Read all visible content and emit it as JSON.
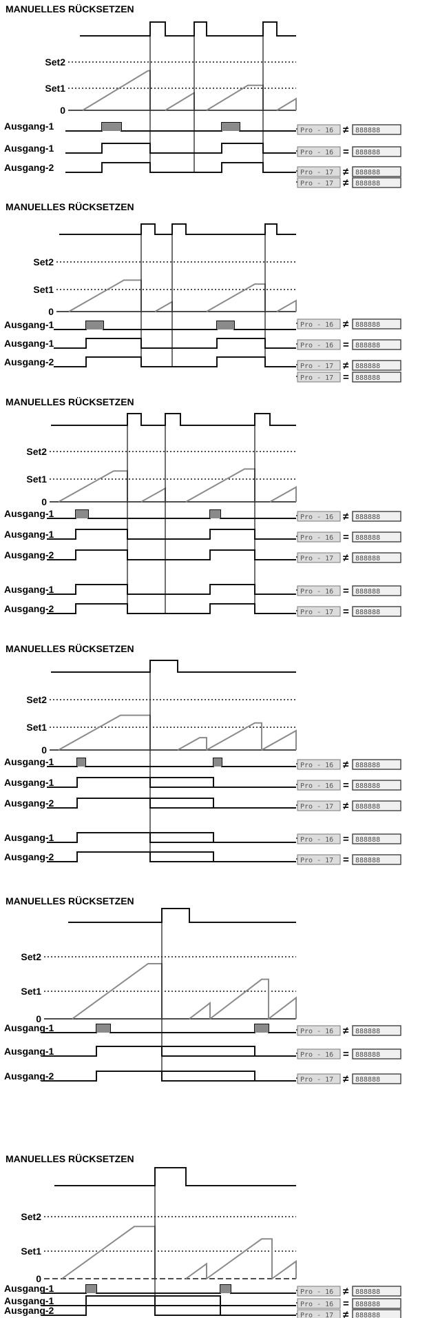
{
  "colors": {
    "line": "#111111",
    "pulse": "#8a8a8a",
    "display_bg": "#dcdcdc",
    "display_dark": "#4a4a4a"
  },
  "sections": [
    {
      "title": "MANUELLES RÜCKSETZEN",
      "levels": [
        "Set2",
        "Set1",
        "0"
      ],
      "signals": [
        "Ausgang-1",
        "Ausgang-1",
        "Ausgang-2"
      ],
      "displays": [
        {
          "left": "Pro - 16",
          "rel": "≠",
          "right": "888888"
        },
        {
          "left": "Pro - 16",
          "rel": "=",
          "right": "888888"
        },
        {
          "left": "Pro - 17",
          "rel": "≠",
          "right": "888888"
        },
        {
          "left": "Pro - 17",
          "rel": "≠",
          "right": "888888"
        }
      ]
    },
    {
      "title": "MANUELLES RÜCKSETZEN",
      "levels": [
        "Set2",
        "Set1",
        "0"
      ],
      "signals": [
        "Ausgang-1",
        "Ausgang-1",
        "Ausgang-2"
      ],
      "displays": [
        {
          "left": "Pro - 16",
          "rel": "≠",
          "right": "888888"
        },
        {
          "left": "Pro - 16",
          "rel": "=",
          "right": "888888"
        },
        {
          "left": "Pro - 17",
          "rel": "≠",
          "right": "888888"
        },
        {
          "left": "Pro - 17",
          "rel": "=",
          "right": "888888"
        }
      ]
    },
    {
      "title": "MANUELLES RÜCKSETZEN",
      "levels": [
        "Set2",
        "Set1",
        "0"
      ],
      "signals": [
        "Ausgang-1",
        "Ausgang-1",
        "Ausgang-2",
        "Ausgang-1",
        "Ausgang-2"
      ],
      "displays": [
        {
          "left": "Pro - 16",
          "rel": "≠",
          "right": "888888"
        },
        {
          "left": "Pro - 16",
          "rel": "=",
          "right": "888888"
        },
        {
          "left": "Pro - 17",
          "rel": "≠",
          "right": "888888"
        },
        {
          "left": "Pro - 16",
          "rel": "=",
          "right": "888888"
        },
        {
          "left": "Pro - 17",
          "rel": "=",
          "right": "888888"
        }
      ]
    },
    {
      "title": "MANUELLES RÜCKSETZEN",
      "levels": [
        "Set2",
        "Set1",
        "0"
      ],
      "signals": [
        "Ausgang-1",
        "Ausgang-1",
        "Ausgang-2",
        "Ausgang-1",
        "Ausgang-2"
      ],
      "displays": [
        {
          "left": "Pro - 16",
          "rel": "≠",
          "right": "888888"
        },
        {
          "left": "Pro - 16",
          "rel": "=",
          "right": "888888"
        },
        {
          "left": "Pro - 17",
          "rel": "≠",
          "right": "888888"
        },
        {
          "left": "Pro - 16",
          "rel": "=",
          "right": "888888"
        },
        {
          "left": "Pro - 17",
          "rel": "=",
          "right": "888888"
        }
      ]
    },
    {
      "title": "MANUELLES RÜCKSETZEN",
      "levels": [
        "Set2",
        "Set1",
        "0"
      ],
      "signals": [
        "Ausgang-1",
        "Ausgang-1",
        "Ausgang-2"
      ],
      "displays": [
        {
          "left": "Pro - 16",
          "rel": "≠",
          "right": "888888"
        },
        {
          "left": "Pro - 16",
          "rel": "=",
          "right": "888888"
        },
        {
          "left": "Pro - 17",
          "rel": "≠",
          "right": "888888"
        }
      ]
    },
    {
      "title": "MANUELLES RÜCKSETZEN",
      "levels": [
        "Set2",
        "Set1",
        "0"
      ],
      "signals": [
        "Ausgang-1",
        "Ausgang-1",
        "Ausgang-2"
      ],
      "displays": [
        {
          "left": "Pro - 16",
          "rel": "≠",
          "right": "888888"
        },
        {
          "left": "Pro - 16",
          "rel": "=",
          "right": "888888"
        },
        {
          "left": "Pro - 17",
          "rel": "≠",
          "right": "888888"
        }
      ]
    }
  ]
}
